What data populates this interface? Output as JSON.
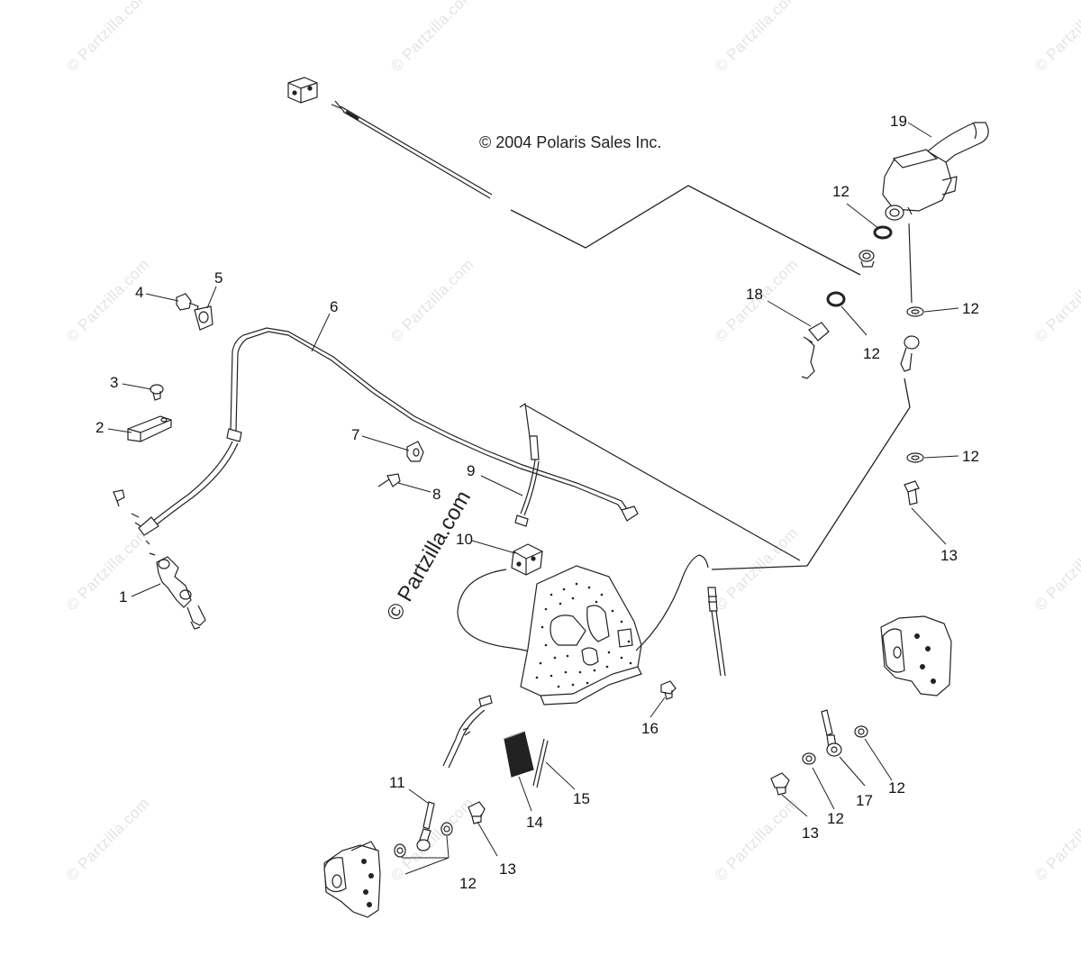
{
  "diagram": {
    "copyright": "© 2004 Polaris Sales Inc.",
    "watermark": "© Partzilla.com",
    "center_watermark": "© Partzilla.com",
    "callouts": [
      {
        "id": "c1",
        "label": "1"
      },
      {
        "id": "c2",
        "label": "2"
      },
      {
        "id": "c3",
        "label": "3"
      },
      {
        "id": "c4",
        "label": "4"
      },
      {
        "id": "c5",
        "label": "5"
      },
      {
        "id": "c6",
        "label": "6"
      },
      {
        "id": "c7",
        "label": "7"
      },
      {
        "id": "c8",
        "label": "8"
      },
      {
        "id": "c9",
        "label": "9"
      },
      {
        "id": "c10",
        "label": "10"
      },
      {
        "id": "c11",
        "label": "11"
      },
      {
        "id": "c12a",
        "label": "12"
      },
      {
        "id": "c12b",
        "label": "12"
      },
      {
        "id": "c12c",
        "label": "12"
      },
      {
        "id": "c12d",
        "label": "12"
      },
      {
        "id": "c12e",
        "label": "12"
      },
      {
        "id": "c12f",
        "label": "12"
      },
      {
        "id": "c12g",
        "label": "12"
      },
      {
        "id": "c13a",
        "label": "13"
      },
      {
        "id": "c13b",
        "label": "13"
      },
      {
        "id": "c13c",
        "label": "13"
      },
      {
        "id": "c14",
        "label": "14"
      },
      {
        "id": "c15",
        "label": "15"
      },
      {
        "id": "c16",
        "label": "16"
      },
      {
        "id": "c17",
        "label": "17"
      },
      {
        "id": "c18",
        "label": "18"
      },
      {
        "id": "c19",
        "label": "19"
      }
    ]
  }
}
